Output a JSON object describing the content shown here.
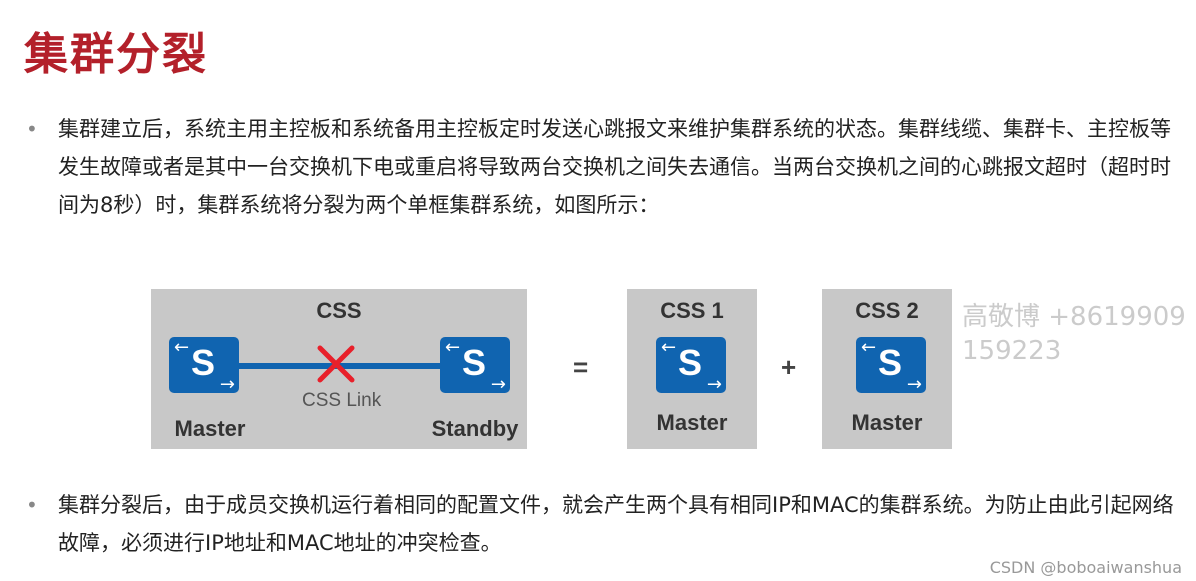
{
  "title": "集群分裂",
  "bullets": [
    "集群建立后，系统主用主控板和系统备用主控板定时发送心跳报文来维护集群系统的状态。集群线缆、集群卡、主控板等发生故障或者是其中一台交换机下电或重启将导致两台交换机之间失去通信。当两台交换机之间的心跳报文超时（超时时间为8秒）时，集群系统将分裂为两个单框集群系统，如图所示：",
    "集群分裂后，由于成员交换机运行着相同的配置文件，就会产生两个具有相同IP和MAC的集群系统。为防止由此引起网络故障，必须进行IP地址和MAC地址的冲突检查。"
  ],
  "diagram": {
    "css": "CSS",
    "link": "CSS Link",
    "master": "Master",
    "standby": "Standby",
    "equals": "=",
    "plus": "+",
    "css1": "CSS 1",
    "css2": "CSS 2",
    "switch_letter": "S"
  },
  "watermark": "高敬博 +8619909159223",
  "credit": "CSDN @boboaiwanshua"
}
